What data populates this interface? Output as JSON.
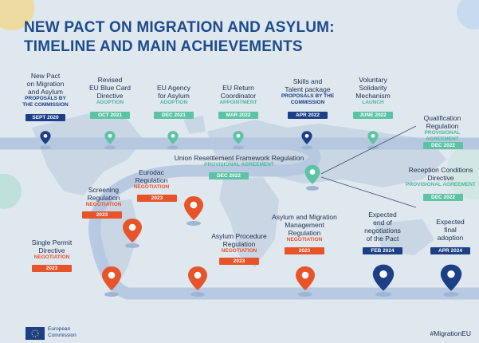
{
  "header": {
    "title_line1": "NEW PACT ON MIGRATION AND ASYLUM:",
    "title_line2": "TIMELINE AND MAIN ACHIEVEMENTS"
  },
  "milestones": [
    {
      "id": "pact",
      "lines": [
        "New Pact",
        "on Migration",
        "and Asylum"
      ],
      "status": [
        "PROPOSALS BY",
        "THE COMMISSION"
      ],
      "date": "SEPT 2020"
    },
    {
      "id": "bluecard",
      "lines": [
        "Revised",
        "EU Blue Card",
        "Directive"
      ],
      "status": [
        "ADOPTION"
      ],
      "date": "OCT 2021"
    },
    {
      "id": "agency",
      "lines": [
        "EU Agency",
        "for Asylum"
      ],
      "status": [
        "ADOPTION"
      ],
      "date": "DEC 2021"
    },
    {
      "id": "return",
      "lines": [
        "EU Return",
        "Coordinator"
      ],
      "status": [
        "APPOINTMENT"
      ],
      "date": "MAR 2022"
    },
    {
      "id": "skills",
      "lines": [
        "Skills and",
        "Talent package"
      ],
      "status": [
        "PROPOSALS BY THE",
        "COMMISSION"
      ],
      "date": "APR 2022"
    },
    {
      "id": "solidarity",
      "lines": [
        "Voluntary",
        "Solidarity",
        "Mechanism"
      ],
      "status": [
        "LAUNCH"
      ],
      "date": "JUNE 2022"
    },
    {
      "id": "qualification",
      "lines": [
        "Qualification",
        "Regulation"
      ],
      "status": [
        "PROVISIONAL AGREEMENT"
      ],
      "date": "DEC 2022"
    },
    {
      "id": "resettlement",
      "lines": [
        "Union Resettlement Framework Regulation"
      ],
      "status": [
        "PROVISIONAL AGREEMENT"
      ],
      "date": "DEC 2022"
    },
    {
      "id": "reception",
      "lines": [
        "Reception Conditions",
        "Directive"
      ],
      "status": [
        "PROVISIONAL AGREEMENT"
      ],
      "date": "DEC 2022"
    },
    {
      "id": "eurodac",
      "lines": [
        "Eurodac",
        "Regulation"
      ],
      "status": [
        "NEGOTIATION"
      ],
      "date": "2023"
    },
    {
      "id": "screening",
      "lines": [
        "Screening",
        "Regulation"
      ],
      "status": [
        "NEGOTIATION"
      ],
      "date": "2023"
    },
    {
      "id": "singlepermit",
      "lines": [
        "Single Permit",
        "Directive"
      ],
      "status": [
        "NEGOTIATION"
      ],
      "date": "2023"
    },
    {
      "id": "procedure",
      "lines": [
        "Asylum Procedure",
        "Regulation"
      ],
      "status": [
        "NEGOTIATION"
      ],
      "date": "2023"
    },
    {
      "id": "management",
      "lines": [
        "Asylum and Migration",
        "Management",
        "Regulation"
      ],
      "status": [
        "NEGOTIATION"
      ],
      "date": "2023"
    },
    {
      "id": "endneg",
      "lines": [
        "Expected",
        "end of",
        "negotiations",
        "of the Pact"
      ],
      "status": [],
      "date": "FEB 2024"
    },
    {
      "id": "adoption",
      "lines": [
        "Expected",
        "final",
        "adoption"
      ],
      "status": [],
      "date": "APR 2024"
    }
  ],
  "footer": {
    "logo_text_line1": "European",
    "logo_text_line2": "Commission",
    "hashtag": "#MigrationEU"
  },
  "colors": {
    "navy": "#1c3f86",
    "teal": "#5cc3a4",
    "orange": "#e8542a",
    "background": "#dfe7ef",
    "map": "#c9d6e4",
    "road": "#b5c8e0"
  }
}
